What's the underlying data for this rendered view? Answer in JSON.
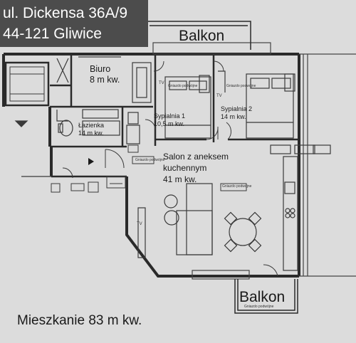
{
  "header": {
    "street": "ul. Dickensa 36A/9",
    "city": "44-121 Gliwice"
  },
  "balconies": [
    {
      "label": "Balkon"
    },
    {
      "label": "Balkon"
    }
  ],
  "rooms": {
    "biuro": {
      "name": "Biuro",
      "area": "8 m kw."
    },
    "lazienka": {
      "name": "Łazienka",
      "area": "14 m kw."
    },
    "sypialnia1": {
      "name": "Sypialnia 1",
      "area": "10,5 m kw."
    },
    "sypialnia2": {
      "name": "Sypialnia 2",
      "area": "14 m kw."
    },
    "salon": {
      "line1": "Salon z aneksem",
      "line2": "kuchennym",
      "area": "41 m kw."
    }
  },
  "markers": {
    "tv": "TV",
    "socket_text": "Gniazdo podwójne"
  },
  "footer": {
    "total": "Mieszkanie 83 m kw."
  },
  "colors": {
    "paper": "#dcdcdc",
    "wall": "#2a2a2a",
    "header_bg": "#4c4c4c",
    "header_text": "#ffffff"
  }
}
